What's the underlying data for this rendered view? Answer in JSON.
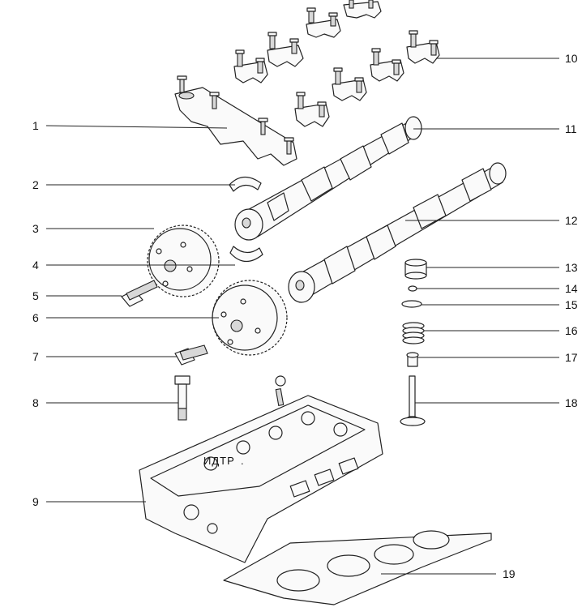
{
  "diagram": {
    "callouts": [
      {
        "num": "1",
        "part": "camshaft-bearing-cap-front"
      },
      {
        "num": "2",
        "part": "bearing-shell"
      },
      {
        "num": "3",
        "part": "camshaft-sprocket-exhaust"
      },
      {
        "num": "4",
        "part": "bearing-shell-lower"
      },
      {
        "num": "5",
        "part": "sprocket-bolt"
      },
      {
        "num": "6",
        "part": "camshaft-sprocket-intake"
      },
      {
        "num": "7",
        "part": "sprocket-bolt-2"
      },
      {
        "num": "8",
        "part": "head-bolt"
      },
      {
        "num": "9",
        "part": "cylinder-head"
      },
      {
        "num": "10",
        "part": "camshaft-bearing-caps"
      },
      {
        "num": "11",
        "part": "intake-camshaft"
      },
      {
        "num": "12",
        "part": "exhaust-camshaft"
      },
      {
        "num": "13",
        "part": "hydraulic-lifter"
      },
      {
        "num": "14",
        "part": "valve-keepers"
      },
      {
        "num": "15",
        "part": "spring-retainer"
      },
      {
        "num": "16",
        "part": "valve-spring"
      },
      {
        "num": "17",
        "part": "valve-stem-seal"
      },
      {
        "num": "18",
        "part": "valve"
      },
      {
        "num": "19",
        "part": "head-gasket"
      }
    ],
    "watermark": "ИДТР"
  }
}
